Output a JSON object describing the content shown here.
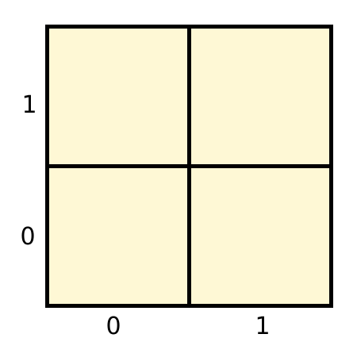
{
  "board": {
    "rows": 2,
    "cols": 2,
    "cell_color": "#fef8d5",
    "line_color": "#000000",
    "cells": [
      {
        "row": 1,
        "col": 0,
        "state": "empty"
      },
      {
        "row": 1,
        "col": 1,
        "state": "empty"
      },
      {
        "row": 0,
        "col": 0,
        "state": "empty"
      },
      {
        "row": 0,
        "col": 1,
        "state": "empty"
      }
    ]
  },
  "axes": {
    "row_labels": [
      "1",
      "0"
    ],
    "col_labels": [
      "0",
      "1"
    ]
  }
}
